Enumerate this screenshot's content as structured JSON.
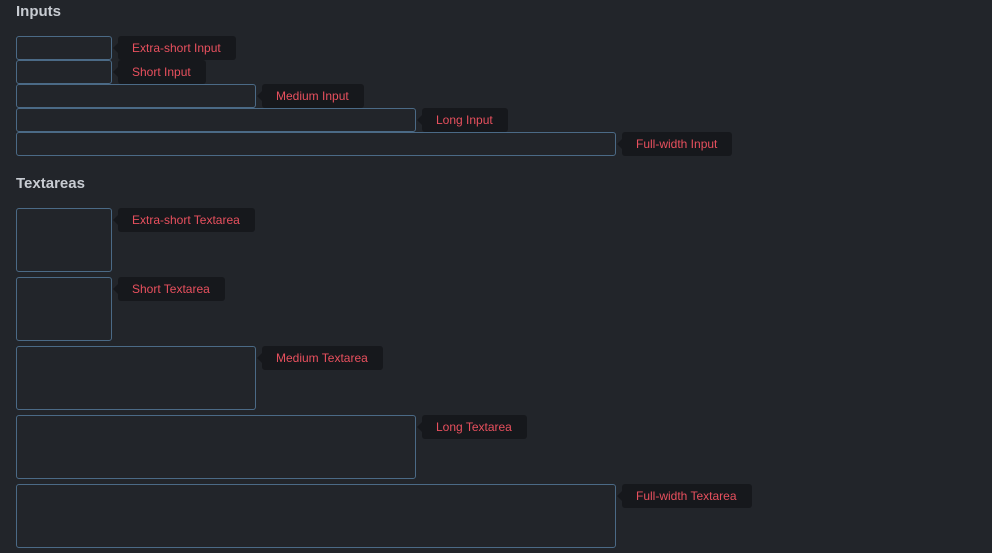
{
  "inputs_section": {
    "heading": "Inputs",
    "items": [
      {
        "label": "Extra-short Input"
      },
      {
        "label": "Short Input"
      },
      {
        "label": "Medium Input"
      },
      {
        "label": "Long Input"
      },
      {
        "label": "Full-width Input"
      }
    ]
  },
  "textareas_section": {
    "heading": "Textareas",
    "items": [
      {
        "label": "Extra-short Textarea"
      },
      {
        "label": "Short Textarea"
      },
      {
        "label": "Medium Textarea"
      },
      {
        "label": "Long Textarea"
      },
      {
        "label": "Full-width Textarea"
      }
    ]
  },
  "colors": {
    "background": "#22252a",
    "field_border": "#4b6a86",
    "tooltip_background": "#16181c",
    "tooltip_text": "#e8505e",
    "heading_text": "#c8ccd2"
  }
}
